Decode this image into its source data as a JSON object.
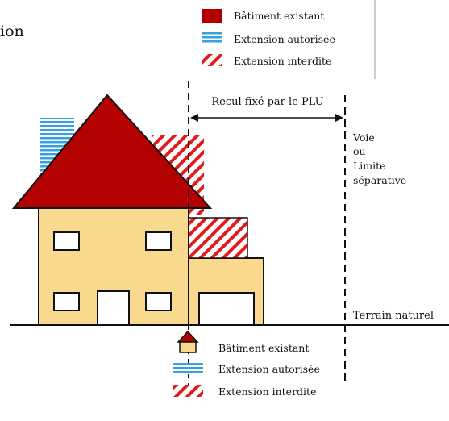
{
  "fragment": "ion",
  "legend_top": {
    "existing": "Bâtiment existant",
    "allowed": "Extension autorisée",
    "forbidden": "Extension interdite"
  },
  "recul_label": "Recul fixé par le PLU",
  "voie_label": [
    "Voie",
    "ou",
    "Limite",
    "séparative"
  ],
  "terrain_label": "Terrain naturel",
  "legend_bottom": {
    "existing": "Bâtiment existant",
    "allowed": "Extension autorisée",
    "forbidden": "Extension interdite"
  },
  "colors": {
    "roof": "#b30000",
    "wall": "#f9d98e",
    "allowed_stripe": "#36a3e0",
    "forbidden_stripe": "#e41a1a",
    "line": "#111111"
  }
}
